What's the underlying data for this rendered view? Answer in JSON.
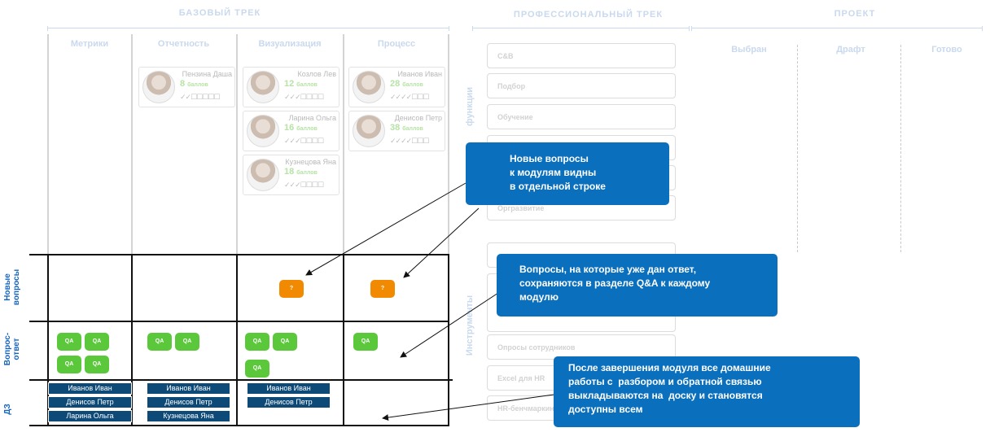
{
  "headers": {
    "basic_track": "БАЗОВЫЙ ТРЕК",
    "professional_track": "ПРОФЕССИОНАЛЬНЫЙ ТРЕК",
    "project": "ПРОЕКТ"
  },
  "basic_columns": [
    "Метрики",
    "Отчетность",
    "Визуализация",
    "Процесс"
  ],
  "project_columns": [
    "Выбран",
    "Драфт",
    "Готово"
  ],
  "cards": [
    {
      "name": "Пензина Даша",
      "points": "8",
      "unit": "баллов",
      "checks": "✓✓☐☐☐☐☐"
    },
    {
      "name": "Козлов Лев",
      "points": "12",
      "unit": "баллов",
      "checks": "✓✓✓☐☐☐☐"
    },
    {
      "name": "Ларина Ольга",
      "points": "16",
      "unit": "баллов",
      "checks": "✓✓✓☐☐☐☐"
    },
    {
      "name": "Кузнецова Яна",
      "points": "18",
      "unit": "баллов",
      "checks": "✓✓✓☐☐☐☐"
    },
    {
      "name": "Иванов Иван",
      "points": "28",
      "unit": "баллов",
      "checks": "✓✓✓✓☐☐☐"
    },
    {
      "name": "Денисов Петр",
      "points": "38",
      "unit": "баллов",
      "checks": "✓✓✓✓☐☐☐"
    }
  ],
  "row_labels": {
    "new_questions": "Новые\nвопросы",
    "qa": "Вопрос-\nответ",
    "hw": "ДЗ"
  },
  "chips": {
    "question": "?",
    "qa": "QA"
  },
  "homework": {
    "metrics": [
      "Иванов Иван",
      "Денисов Петр",
      "Ларина Ольга"
    ],
    "reporting": [
      "Иванов Иван",
      "Денисов Петр",
      "Кузнецова Яна"
    ],
    "visualization": [
      "Иванов Иван",
      "Денисов Петр"
    ]
  },
  "pro_track": {
    "functions_label": "функции",
    "tools_label": "Инструменты",
    "function_items": [
      "C&B",
      "Подбор",
      "Обучение",
      "",
      "",
      "Оргразвитие"
    ],
    "tool_items": [
      "",
      "",
      "Опросы сотрудников",
      "Excel для HR",
      "HR-бенчмаркинг"
    ]
  },
  "callouts": {
    "new_questions": "Новые вопросы\nк модулям видны\nв отдельной строке",
    "answered": "Вопросы, на которые уже дан ответ,\nсохраняются в разделе Q&A к каждому\nмодулю",
    "homework": "После завершения модуля все домашние\nработы с  разбором и обратной связью\nвыкладываются на  доску и становятся\nдоступны всем"
  },
  "colors": {
    "callout_bg": "#0a6fbd",
    "qa_chip": "#5ac83a",
    "question_chip": "#f18a00",
    "homework_bar": "#0d4a78",
    "row_label": "#1565c0"
  }
}
